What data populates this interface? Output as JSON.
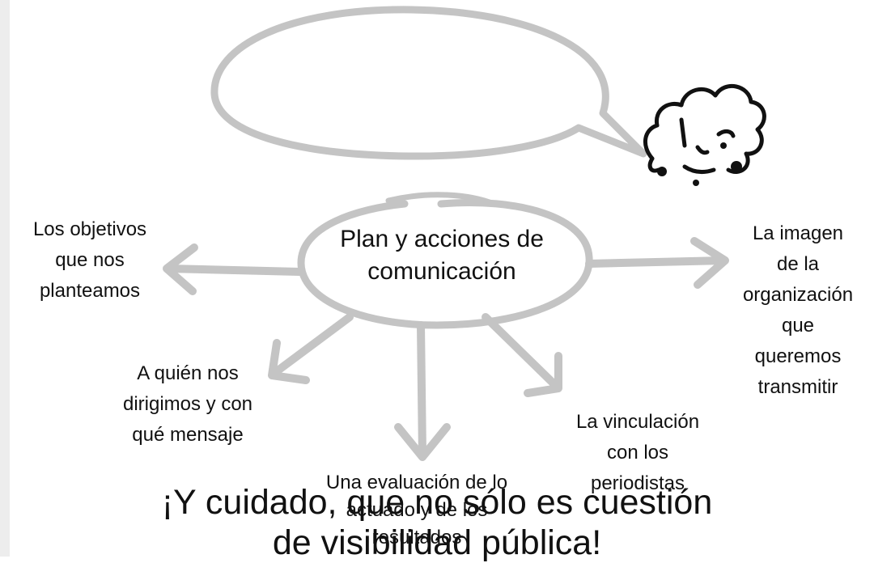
{
  "title": "",
  "center": {
    "lines": [
      "Plan y acciones de",
      "comunicación"
    ]
  },
  "nodes": {
    "objetivos": [
      "Los objetivos",
      "que nos",
      "planteamos"
    ],
    "imagen": [
      "La imagen",
      "de la",
      "organización",
      "que",
      "queremos",
      "transmitir"
    ],
    "audiencia": [
      "A quién nos",
      "dirigimos y con",
      "qué mensaje"
    ],
    "vinculacion": [
      "La vinculación",
      "con los",
      "periodistas"
    ],
    "evaluacion": [
      "Una  evaluación de lo",
      "actuado y de los",
      "resultados"
    ]
  },
  "warning": {
    "lines": [
      "¡Y cuidado, que no sólo es cuestión",
      "de visibilidad pública!"
    ]
  },
  "colors": {
    "stroke": "#c4c4c4",
    "bubble_fill": "#ffffff",
    "ink": "#111111",
    "strip": "#ededed"
  },
  "icons": [
    "speech-bubble-icon",
    "cartoon-face-icon",
    "arrow-icon"
  ]
}
